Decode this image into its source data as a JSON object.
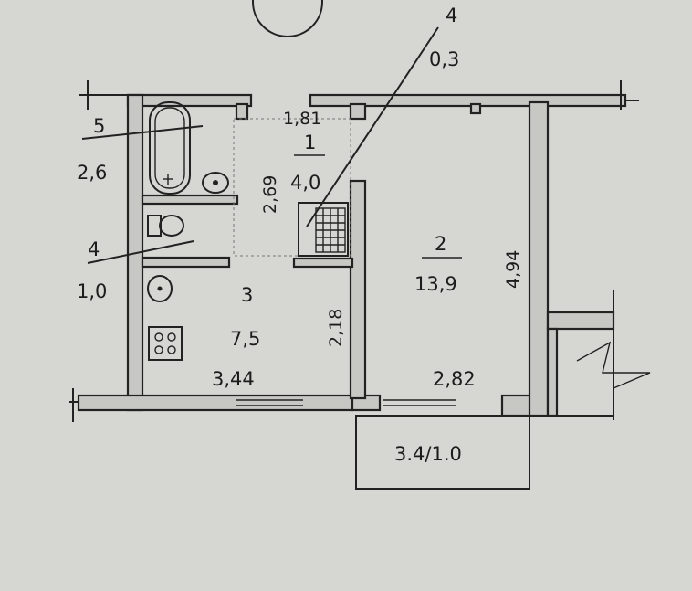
{
  "rooms": [
    {
      "number": "1",
      "area": "4,0"
    },
    {
      "number": "2",
      "area": "13,9"
    },
    {
      "number": "3",
      "area": "7,5"
    },
    {
      "number": "4",
      "area": "1,0"
    },
    {
      "number": "5",
      "area": "2,6"
    }
  ],
  "callout": {
    "number": "4",
    "area": "0,3"
  },
  "dimensions": {
    "hall_width": "1,81",
    "hall_length": "2,69",
    "kitchen_height": "2,18",
    "kitchen_width": "3,44",
    "room_width": "2,82",
    "room_length": "4,94"
  },
  "balcony": {
    "label": "3.4/1.0"
  }
}
